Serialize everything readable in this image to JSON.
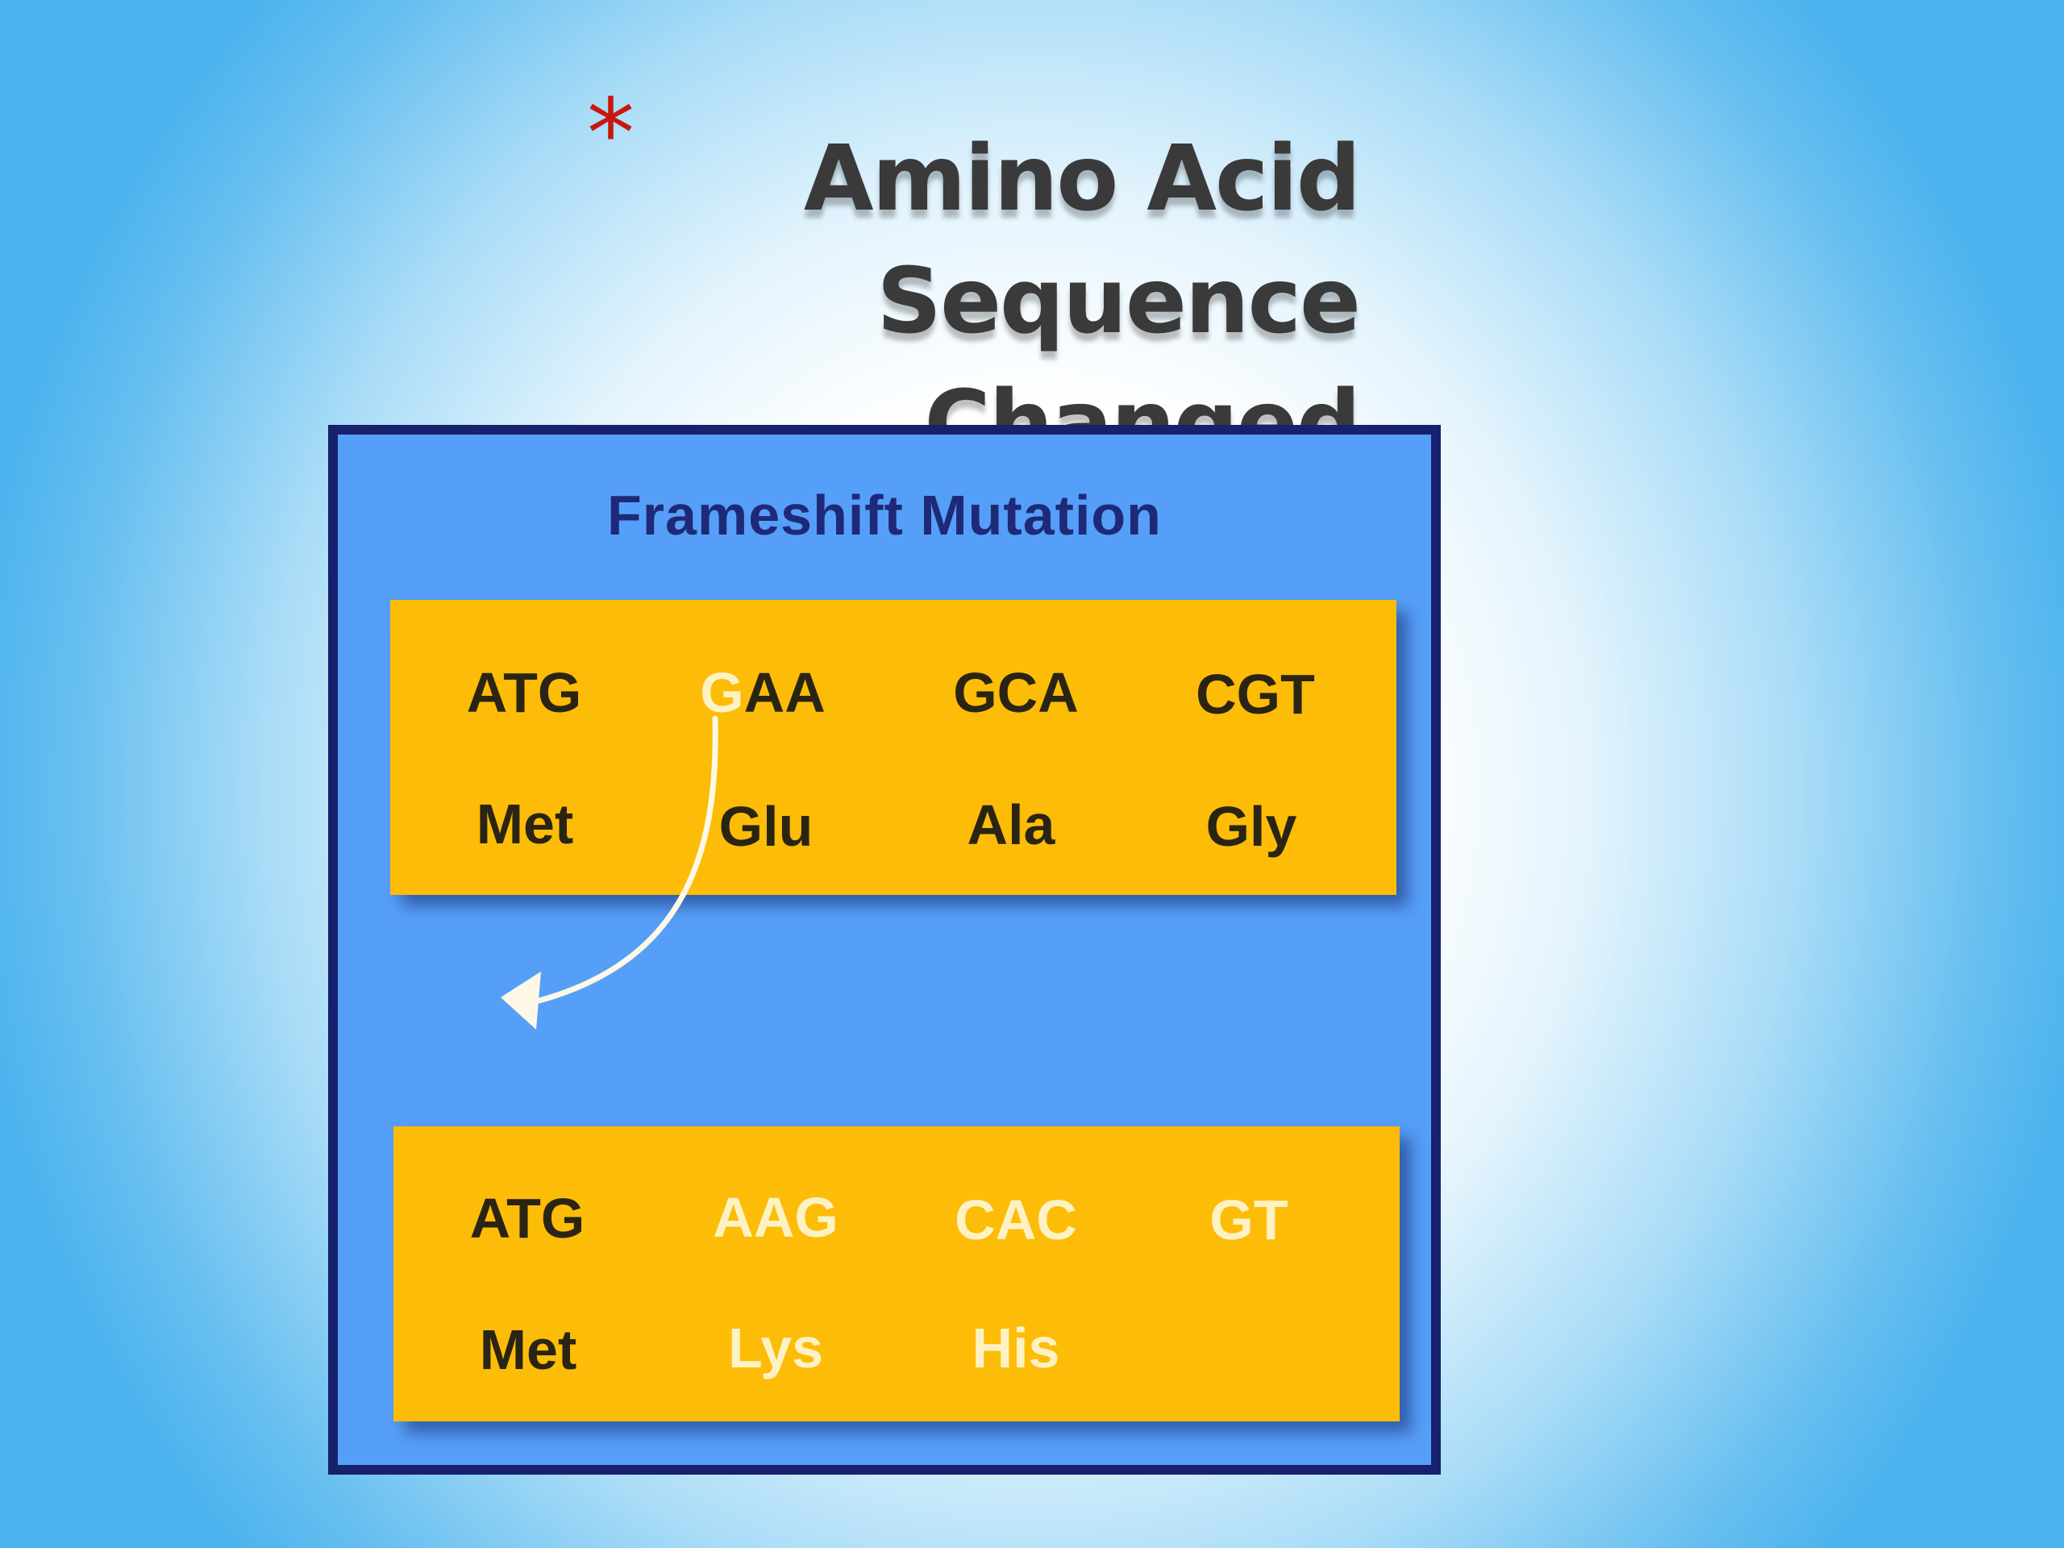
{
  "slide": {
    "bullet": "*",
    "title_lines": [
      "Amino Acid",
      "Sequence",
      "Changed"
    ]
  },
  "diagram": {
    "title": "Frameshift Mutation",
    "original": {
      "codons": [
        "ATG",
        "GAA",
        "GCA",
        "CGT"
      ],
      "inserted_base": "G",
      "amino_acids": [
        "Met",
        "Glu",
        "Ala",
        "Gly"
      ]
    },
    "mutated": {
      "codons": [
        "ATG",
        "AAG",
        "CAC",
        "GT"
      ],
      "amino_acids": [
        "Met",
        "Lys",
        "His"
      ]
    }
  },
  "colors": {
    "bullet": "#c8170f",
    "title_text": "#3a3a3a",
    "panel_background": "#569ff8",
    "panel_border": "#17216d",
    "codon_box": "#fdbc08",
    "dark_text": "#2a2414",
    "highlight_text": "#fdf2c4",
    "arrow": "#fdf8e6"
  }
}
